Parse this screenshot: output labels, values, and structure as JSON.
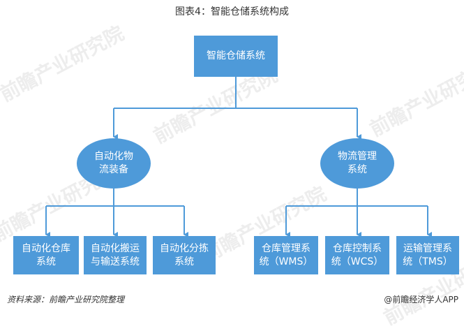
{
  "title": "图表4：智能仓储系统构成",
  "watermark": "前瞻产业研究院",
  "colors": {
    "node_fill": "#4e9ad9",
    "connector": "#4e9ad9"
  },
  "root": {
    "label": "智能仓储系统"
  },
  "branches": [
    {
      "label": "自动化物\n流装备",
      "children": [
        {
          "label": "自动化仓库\n系统"
        },
        {
          "label": "自动化搬运\n与输送系统"
        },
        {
          "label": "自动化分拣\n系统"
        }
      ]
    },
    {
      "label": "物流管理\n系统",
      "children": [
        {
          "label": "仓库管理系\n统（WMS）"
        },
        {
          "label": "仓库控制系\n统（WCS）"
        },
        {
          "label": "运输管理系\n统（TMS）"
        }
      ]
    }
  ],
  "footer": {
    "source": "资料来源：前瞻产业研究院整理",
    "brand": "@前瞻经济学人APP"
  }
}
